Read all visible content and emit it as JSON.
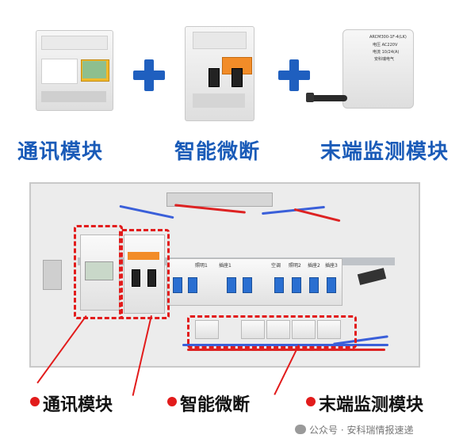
{
  "top_labels": {
    "comm_module": "通讯模块",
    "smart_breaker": "智能微断",
    "terminal_module": "末端监测模块"
  },
  "device_text": {
    "terminal_device_line1": "ARCM300-1F-4(LK)",
    "terminal_device_line2": "电压  AC220V",
    "terminal_device_line3": "电流  10/24(A)",
    "terminal_device_line4": "安科瑞电气"
  },
  "cabinet_tags": [
    "照明1",
    "插座1",
    "空调",
    "照明2",
    "插座2",
    "插座3"
  ],
  "bottom_labels": {
    "comm_module": "通讯模块",
    "smart_breaker": "智能微断",
    "terminal_module": "末端监测模块"
  },
  "watermark": "公众号 · 安科瑞情报速递",
  "colors": {
    "label_blue": "#1a5bb8",
    "plus_blue": "#1f5fbf",
    "callout_red": "#e21b1b"
  }
}
